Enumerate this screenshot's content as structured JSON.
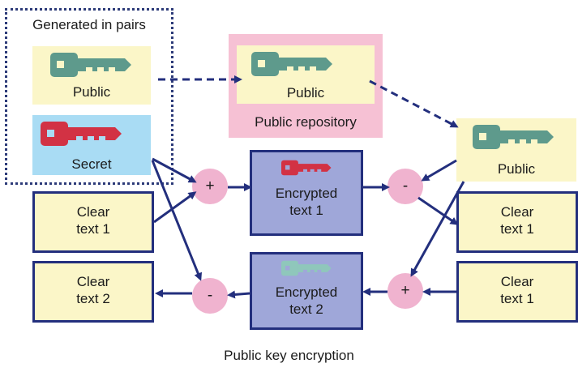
{
  "caption": "Public key encryption",
  "pair_group": {
    "title": "Generated in pairs"
  },
  "keys": {
    "public_key_label": "Public",
    "secret_key_label": "Secret",
    "repository_key_label": "Public",
    "repository_label": "Public repository",
    "receiver_public_label": "Public"
  },
  "texts": {
    "clear_text_1": "Clear\ntext 1",
    "clear_text_2": "Clear\ntext 2",
    "encrypted_text_1": "Encrypted\ntext 1",
    "encrypted_text_2": "Encrypted\ntext 2",
    "right_clear_text_1_top": "Clear\ntext 1",
    "right_clear_text_1_bottom": "Clear\ntext 1"
  },
  "operators": {
    "encrypt_top": "+",
    "decrypt_top": "-",
    "encrypt_bottom": "+",
    "decrypt_bottom": "-"
  },
  "colors": {
    "arrow": "#232f7d",
    "public_key": "#5e9a8c",
    "secret_key": "#d23244",
    "faded_key": "#8fc7bb"
  }
}
